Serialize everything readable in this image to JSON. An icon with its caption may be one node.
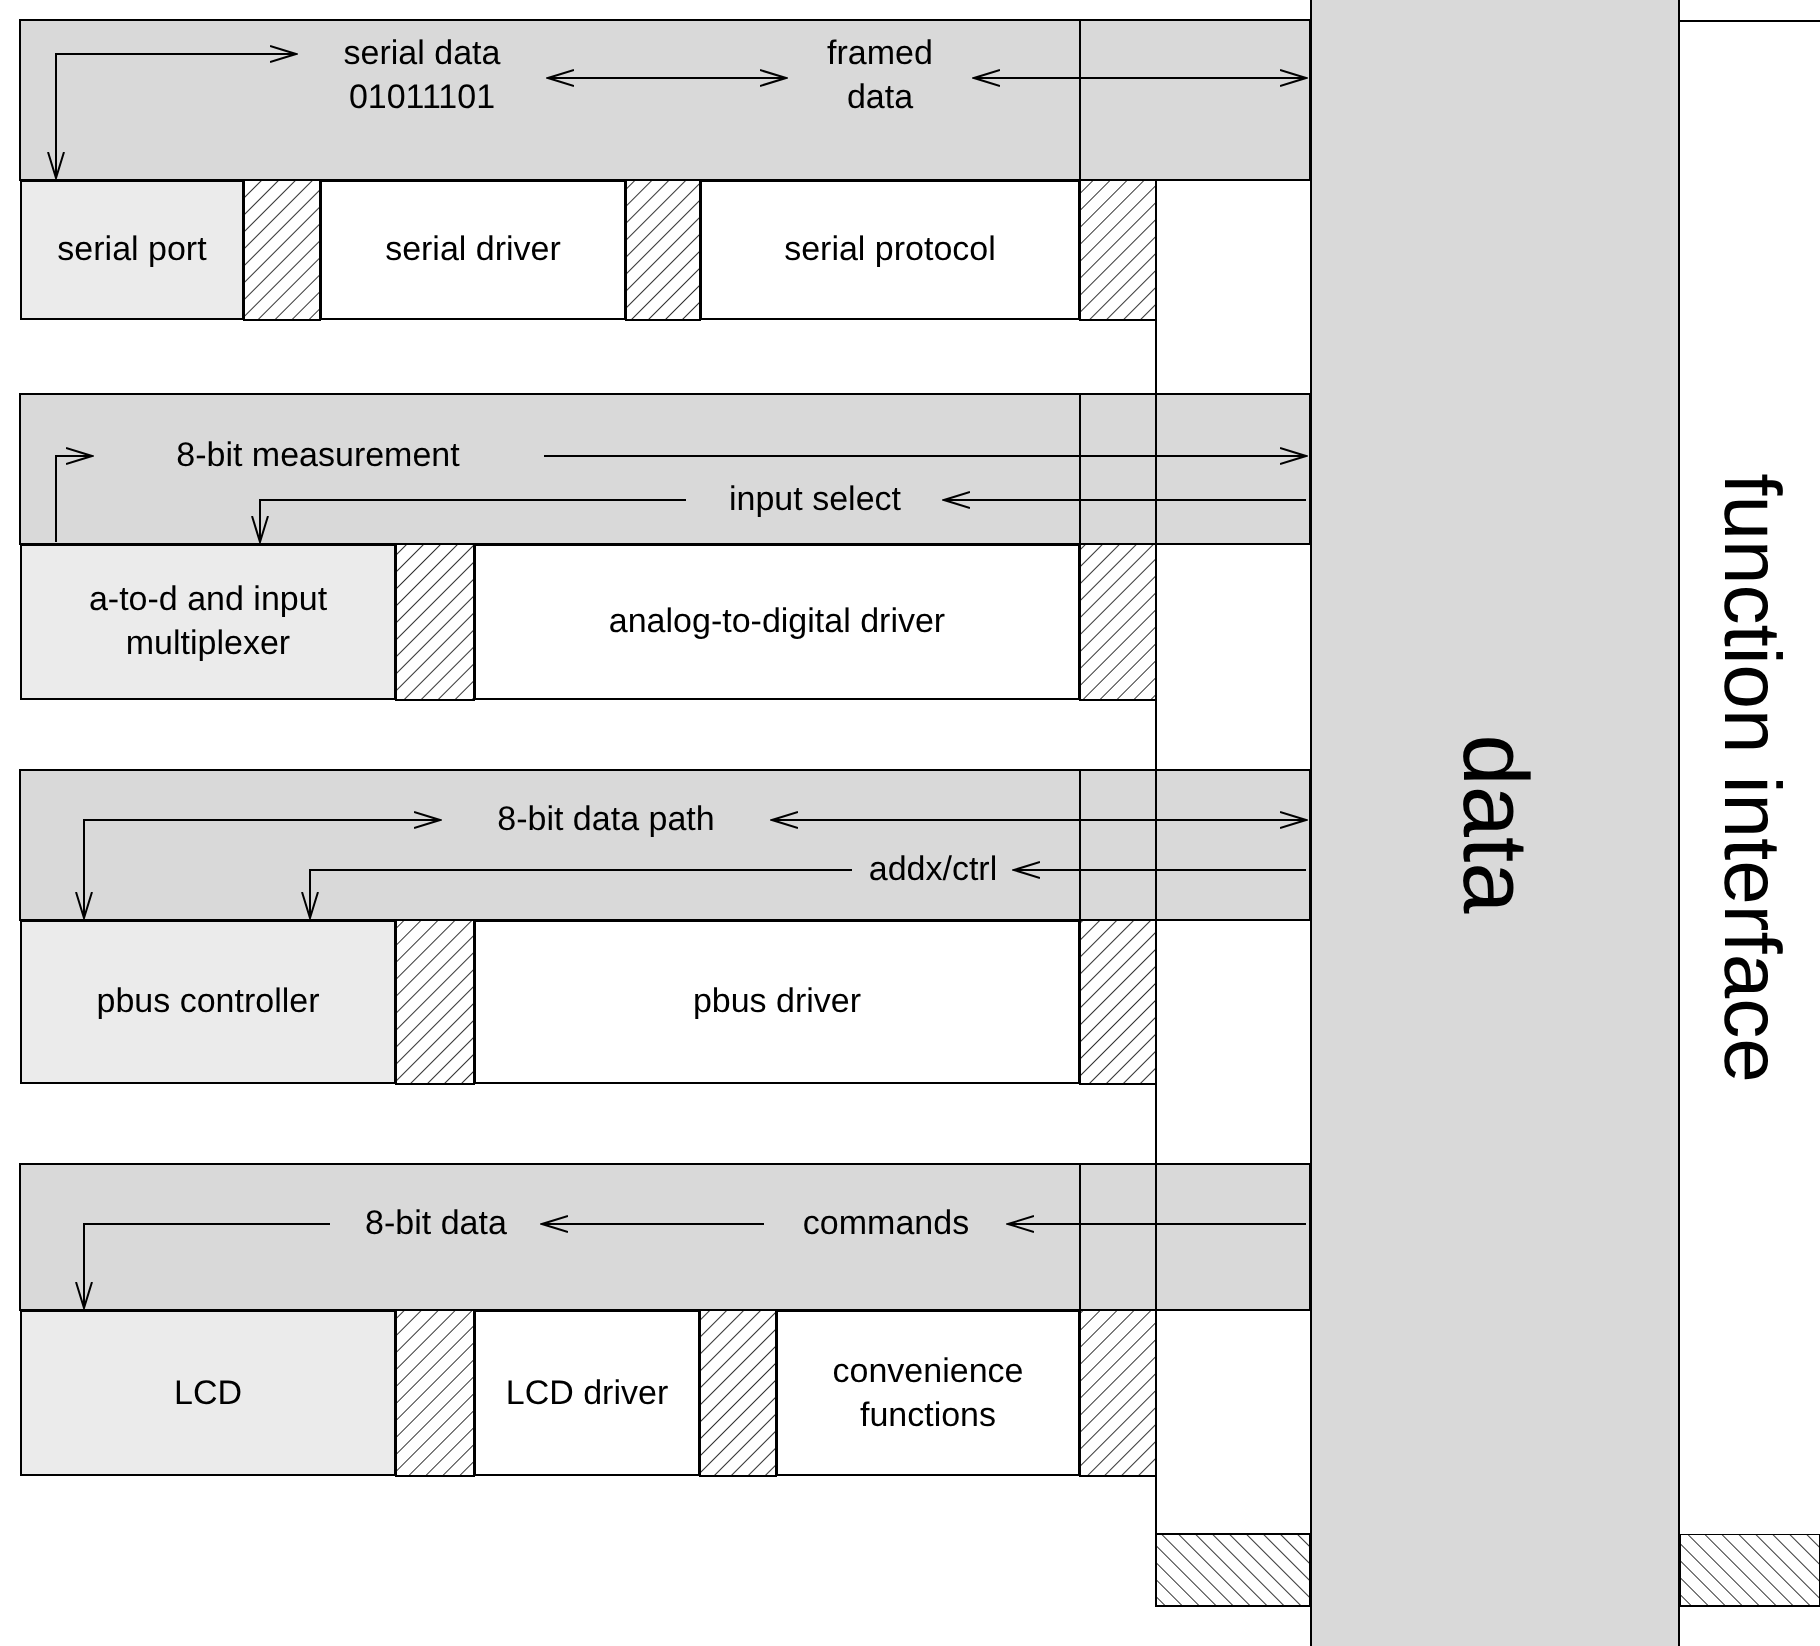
{
  "diagram": {
    "nodes": [
      {
        "text": [
          "serial port"
        ]
      },
      {
        "text": [
          "serial driver"
        ]
      },
      {
        "text": [
          "serial protocol"
        ]
      },
      {
        "text": [
          "serial data 01011101"
        ]
      },
      {
        "text": [
          "framed data"
        ]
      },
      {
        "text": [
          "a-to-d and input multiplexer"
        ]
      },
      {
        "text": [
          "analog-to-digital driver"
        ]
      },
      {
        "text": [
          "8-bit measurement"
        ]
      },
      {
        "text": [
          "input select"
        ]
      },
      {
        "text": [
          "pbus controller"
        ]
      },
      {
        "text": [
          "pbus driver"
        ]
      },
      {
        "text": [
          "8-bit data path"
        ]
      },
      {
        "text": [
          "addx/ctrl"
        ]
      },
      {
        "text": [
          "LCD"
        ]
      },
      {
        "text": [
          "LCD driver"
        ]
      },
      {
        "text": [
          "convenience functions"
        ]
      },
      {
        "text": [
          "8-bit data"
        ]
      },
      {
        "text": [
          "commands"
        ]
      },
      {
        "text": [
          "data"
        ]
      },
      {
        "text": [
          "function interface"
        ]
      }
    ],
    "edges": [
      {
        "from": 3,
        "to": 0,
        "arrow": "both"
      },
      {
        "from": 3,
        "to": 4,
        "arrow": "both"
      },
      {
        "from": 4,
        "to": 18,
        "arrow": "both"
      },
      {
        "from": 5,
        "to": 7,
        "arrow": "to"
      },
      {
        "from": 7,
        "to": 18,
        "arrow": "to"
      },
      {
        "from": 18,
        "to": 8,
        "arrow": "to"
      },
      {
        "from": 8,
        "to": 5,
        "arrow": "to"
      },
      {
        "from": 11,
        "to": 9,
        "arrow": "both"
      },
      {
        "from": 11,
        "to": 18,
        "arrow": "both"
      },
      {
        "from": 18,
        "to": 12,
        "arrow": "to"
      },
      {
        "from": 12,
        "to": 9,
        "arrow": "to"
      },
      {
        "from": 18,
        "to": 17,
        "arrow": "to"
      },
      {
        "from": 17,
        "to": 16,
        "arrow": "to"
      },
      {
        "from": 16,
        "to": 13,
        "arrow": "to"
      }
    ]
  }
}
